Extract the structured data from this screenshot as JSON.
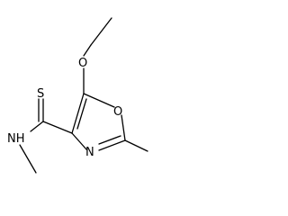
{
  "structure": {
    "atoms": {
      "ring_oxygen": "O",
      "ring_nitrogen": "N",
      "ethoxy_oxygen": "O",
      "thione_sulfur": "S",
      "amide_nitrogen": "NH"
    }
  },
  "colors": {
    "bond": "#000000",
    "label": "#000000",
    "background": "#ffffff"
  }
}
